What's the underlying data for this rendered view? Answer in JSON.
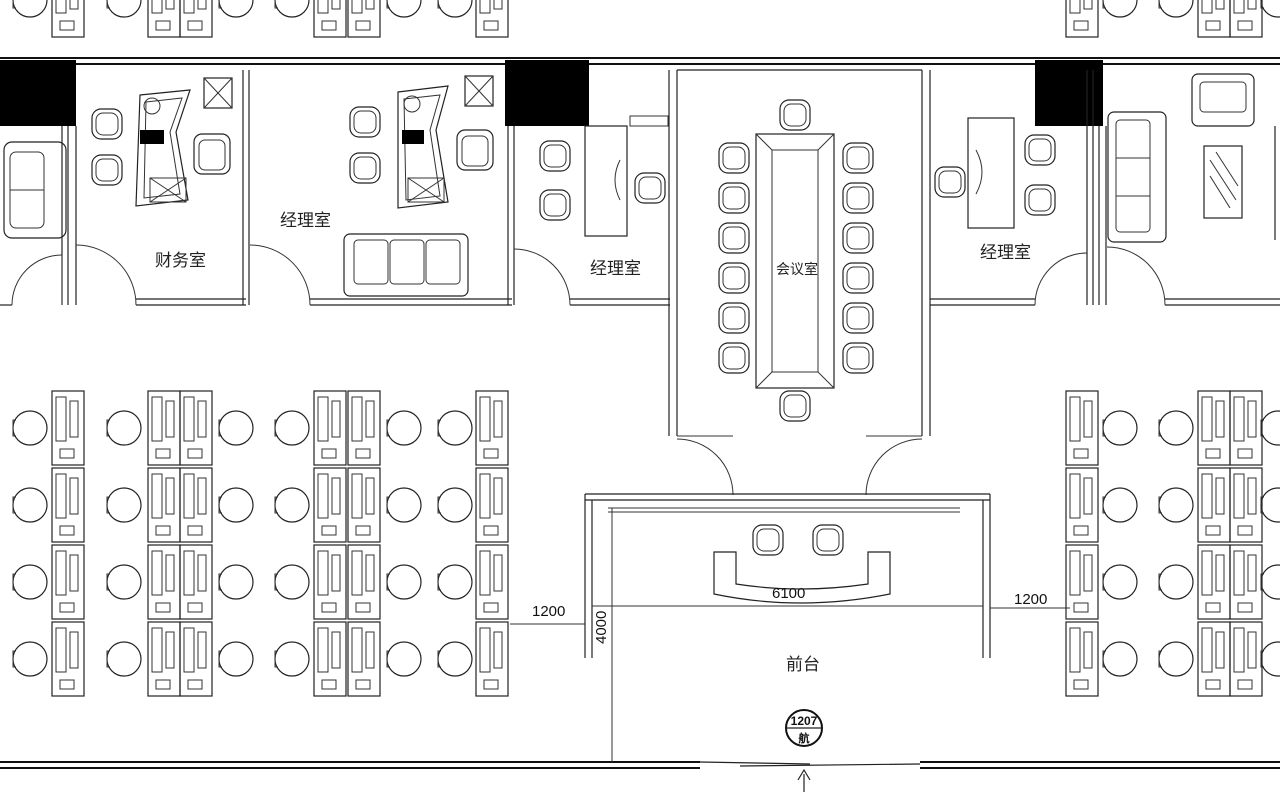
{
  "rooms": {
    "finance": "财务室",
    "manager_1": "经理室",
    "manager_2": "经理室",
    "manager_3": "经理室",
    "meeting": "会议室",
    "reception": "前台"
  },
  "dimensions": {
    "left_gap": "1200",
    "right_gap": "1200",
    "desk_width": "6100",
    "desk_depth": "4000"
  },
  "marker": {
    "top": "1207",
    "bottom": "航"
  }
}
